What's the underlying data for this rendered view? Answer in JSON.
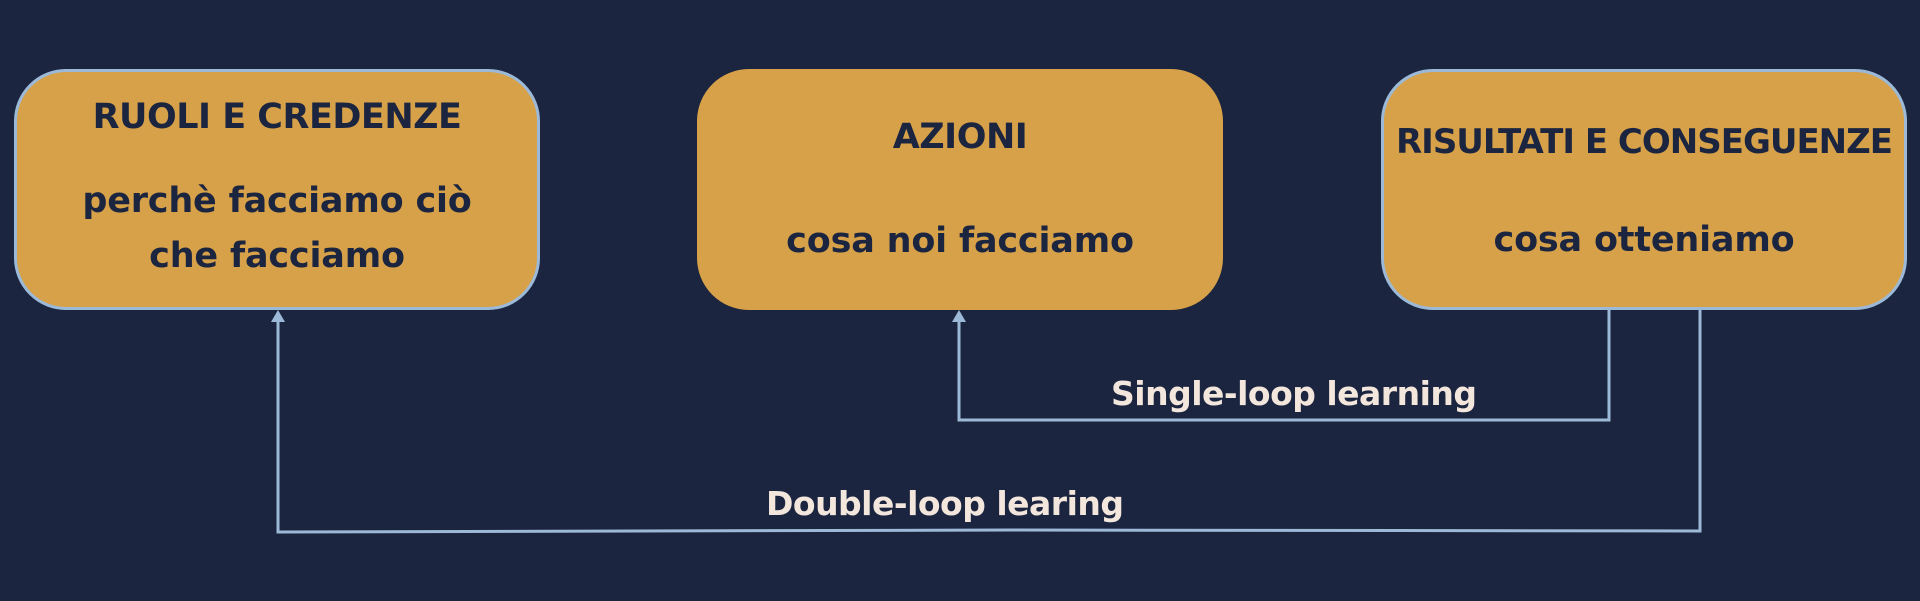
{
  "boxes": {
    "ruoli": {
      "title": "RUOLI E CREDENZE",
      "subtitle": "perchè facciamo ciò che facciamo"
    },
    "azioni": {
      "title": "AZIONI",
      "subtitle": "cosa noi facciamo"
    },
    "risultati": {
      "title": "RISULTATI E CONSEGUENZE",
      "subtitle": "cosa otteniamo"
    }
  },
  "loops": {
    "single": "Single-loop learning",
    "double": "Double-loop learing"
  },
  "colors": {
    "background": "#1c2540",
    "box_fill": "#d6a149",
    "box_text": "#1c2540",
    "connector": "#9cbad8",
    "label_text": "#f3e6dc"
  }
}
